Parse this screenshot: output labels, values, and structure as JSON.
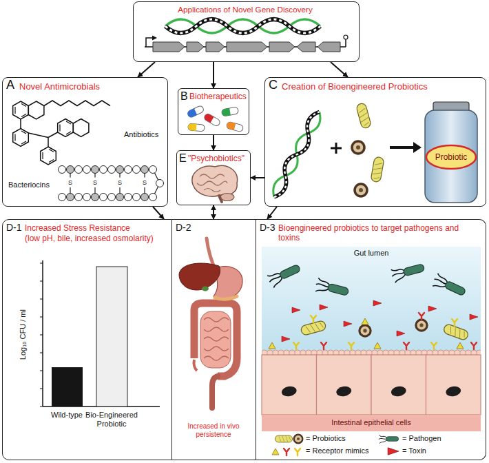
{
  "diagram": {
    "nodes": [
      {
        "text": [
          "Applications of Novel Gene Discovery"
        ]
      },
      {
        "text": [
          "A",
          "Novel Antimicrobials",
          "Antibiotics",
          "Bacteriocins"
        ]
      },
      {
        "text": [
          "B",
          "Biotherapeutics"
        ]
      },
      {
        "text": [
          "C",
          "Creation of Bioengineered Probiotics",
          "Probiotic"
        ]
      },
      {
        "text": [
          "E",
          "\"Psychobiotics\""
        ]
      },
      {
        "text": [
          "D-1",
          "Increased Stress Resistance",
          "(low pH, bile, increased osmolarity)"
        ]
      },
      {
        "text": [
          "D-2",
          "Increased in vivo persistence"
        ]
      },
      {
        "text": [
          "D-3",
          "Bioengineered probiotics to target pathogens and toxins"
        ]
      }
    ],
    "edges": [
      {
        "from": 0,
        "to": 1,
        "arrow": "to"
      },
      {
        "from": 0,
        "to": 2,
        "arrow": "to"
      },
      {
        "from": 0,
        "to": 3,
        "arrow": "to"
      },
      {
        "from": 2,
        "to": 4,
        "arrow": "to"
      },
      {
        "from": 3,
        "to": 4,
        "arrow": "to"
      },
      {
        "from": 1,
        "to": 5,
        "arrow": "to"
      },
      {
        "from": 4,
        "to": 6,
        "arrow": "both"
      },
      {
        "from": 3,
        "to": 7,
        "arrow": "to"
      }
    ],
    "labels": [
      "Log₁₀ CFU / ml",
      "Wild-type",
      "Bio-Engineered Probiotic",
      "S",
      "S",
      "S",
      "S",
      "Gut lumen",
      "Intestinal epithelial cells"
    ],
    "legend": [
      {
        "text": "= Probiotics"
      },
      {
        "text": "= Pathogen"
      },
      {
        "text": "= Receptor mimics"
      },
      {
        "text": "= Toxin"
      }
    ]
  }
}
